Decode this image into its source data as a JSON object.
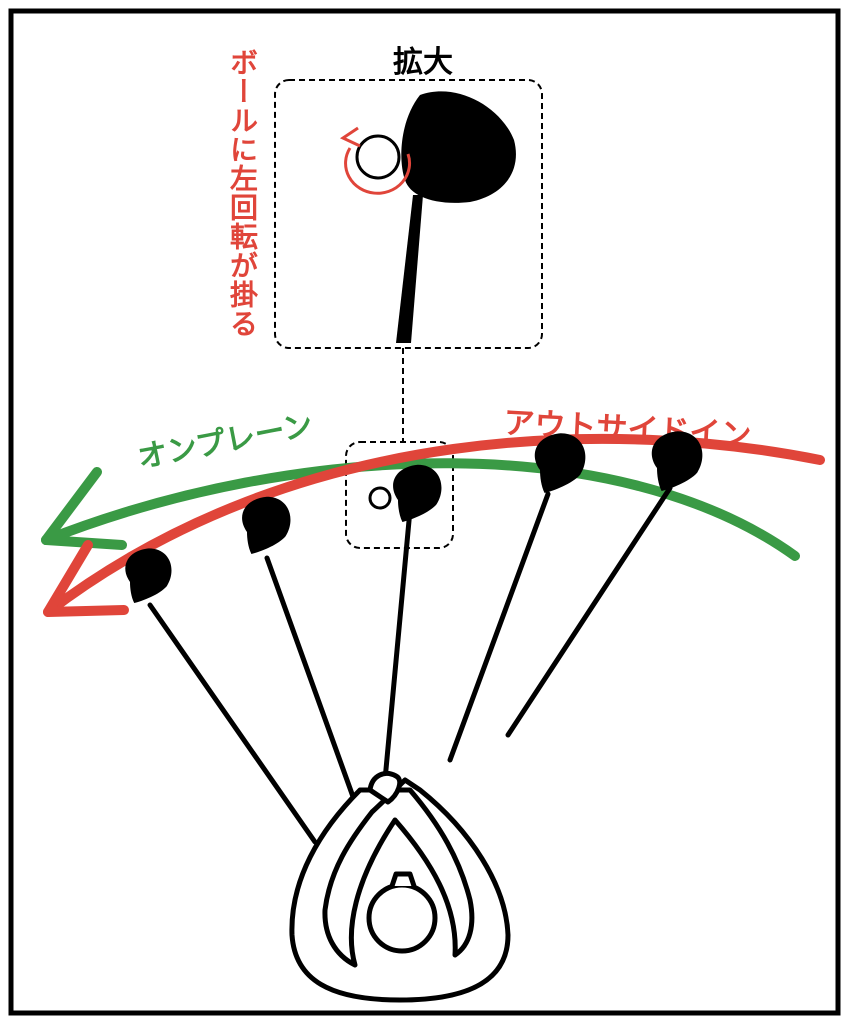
{
  "labels": {
    "zoom": "拡大",
    "on_plane": "オンプレーン",
    "outside_in": "アウトサイドイン",
    "ball_spin": "ボールに左回転が掛る"
  },
  "colors": {
    "on_plane": "#3a9a45",
    "outside_in": "#e0453a",
    "ink": "#000000",
    "background": "#ffffff"
  },
  "icons": {
    "ball": "circle",
    "club_head": "driver-head",
    "spin": "counterclockwise-arrow",
    "golfer": "top-down-golfer"
  }
}
